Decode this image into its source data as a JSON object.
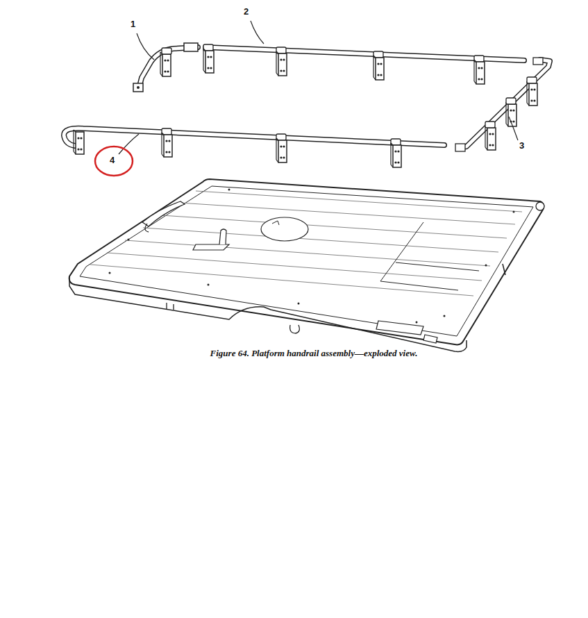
{
  "diagram": {
    "caption": "Figure 64. Platform handrail assembly—exploded view.",
    "labels": [
      "1",
      "2",
      "3",
      "4"
    ]
  }
}
